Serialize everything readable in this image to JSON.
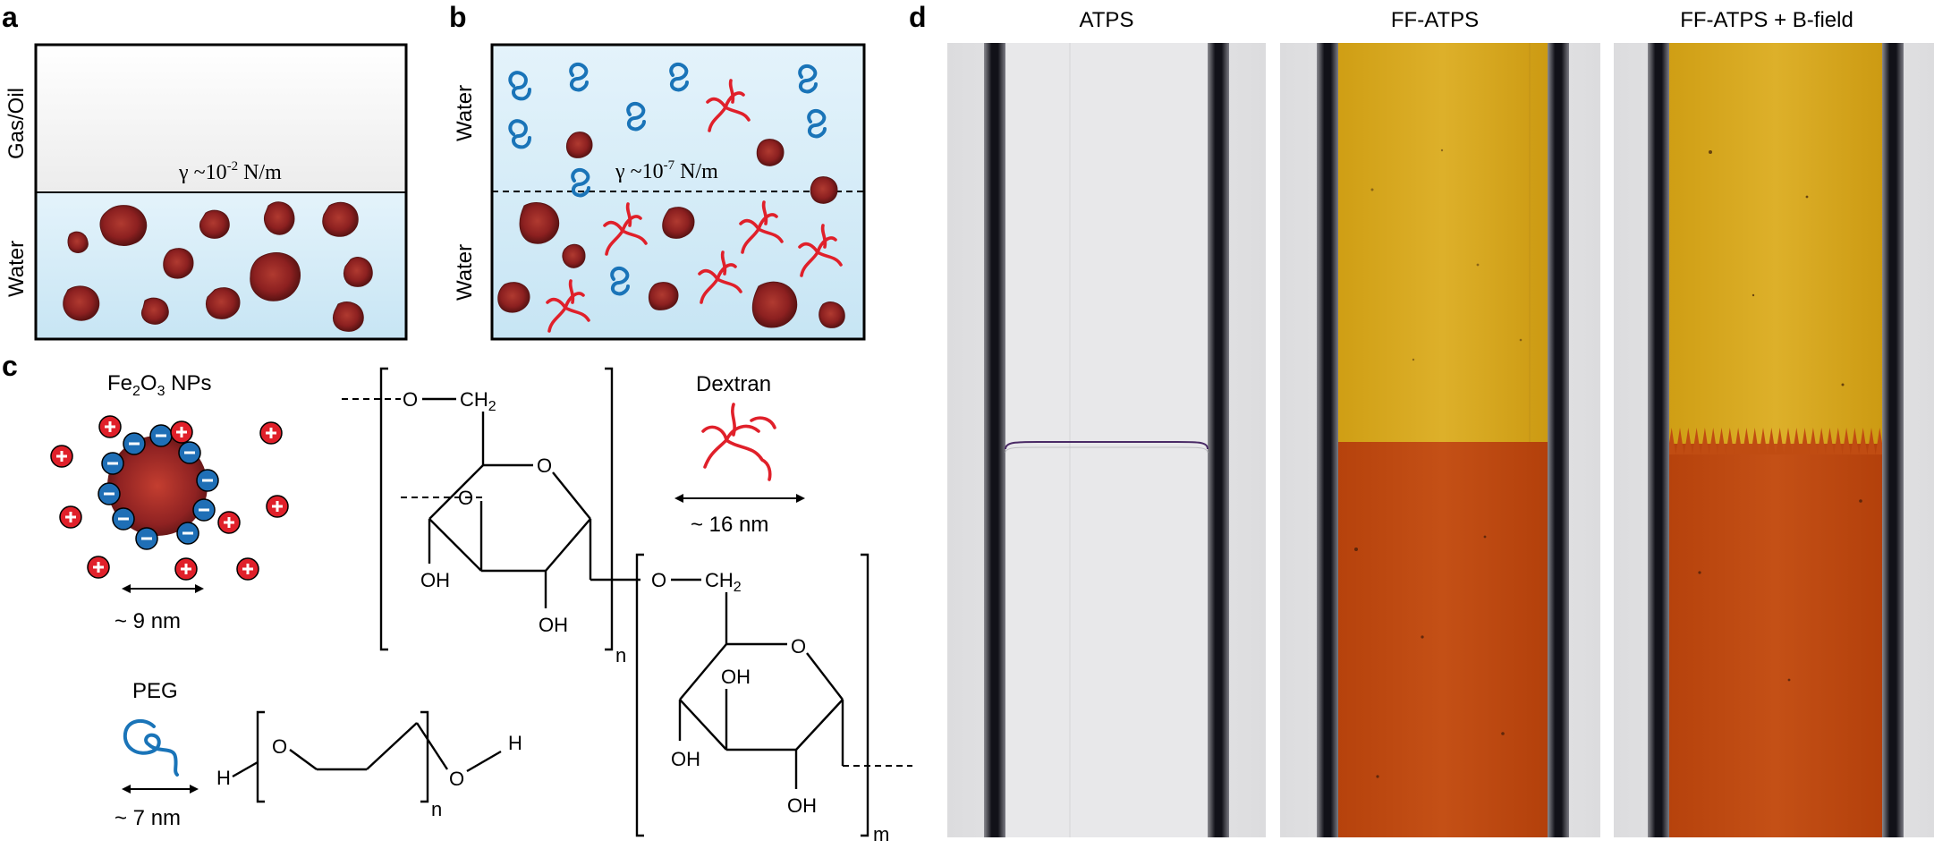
{
  "panels": {
    "a": {
      "label": "a",
      "top_phase": "Gas/Oil",
      "bottom_phase": "Water",
      "tension_prefix": "γ ~10",
      "tension_exp": "-2",
      "tension_unit": " N/m"
    },
    "b": {
      "label": "b",
      "top_phase": "Water",
      "bottom_phase": "Water",
      "tension_prefix": "γ ~10",
      "tension_exp": "-7",
      "tension_unit": " N/m"
    },
    "c": {
      "label": "c",
      "np_title_fe": "Fe",
      "np_title_sub1": "2",
      "np_title_o": "O",
      "np_title_sub2": "3",
      "np_title_rest": " NPs",
      "np_size": "~ 9 nm",
      "dextran_title": "Dextran",
      "dextran_size": "~ 16 nm",
      "peg_title": "PEG",
      "peg_size": "~ 7 nm",
      "atoms": {
        "O": "O",
        "CH": "CH",
        "sub2": "2",
        "OH": "OH",
        "H": "H",
        "n": "n",
        "m": "m"
      }
    },
    "d": {
      "label": "d",
      "titles": [
        "ATPS",
        "FF-ATPS",
        "FF-ATPS + B-field"
      ]
    }
  },
  "colors": {
    "water": "#d2ebf7",
    "gas_oil": "#f3f3f3",
    "np_core": "#8c2020",
    "peg": "#1a74b8",
    "dextran": "#e0202a",
    "plus_charge": "#e0202a",
    "minus_charge": "#1f6fb6",
    "ff_top_yellow": "#d8aa1c",
    "ff_bottom_orange": "#bf4a0f",
    "tube_wall": "#101018"
  }
}
